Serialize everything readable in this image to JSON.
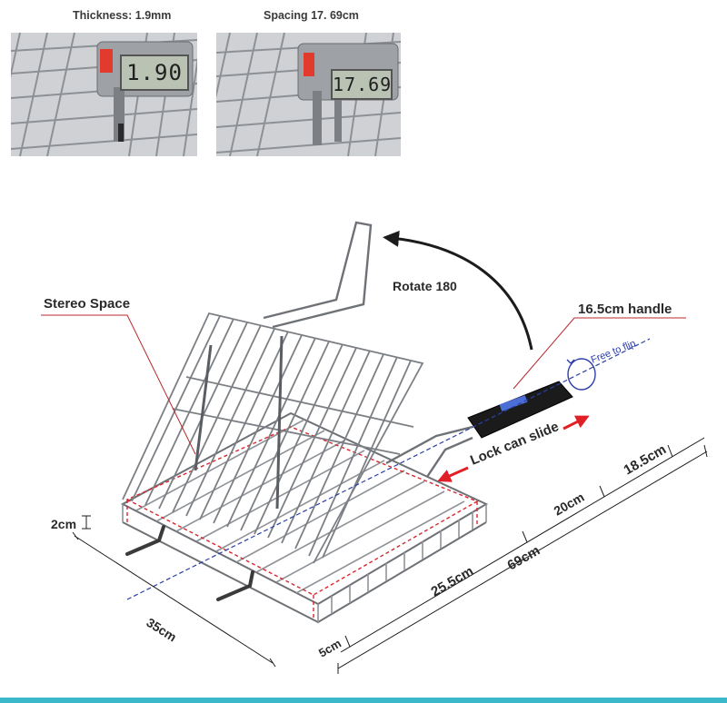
{
  "photos": [
    {
      "caption": "Thickness: 1.9mm",
      "reading": "1.90"
    },
    {
      "caption": "Spacing 17. 69cm",
      "reading": "17.69"
    }
  ],
  "labels": {
    "stereo_space": "Stereo Space",
    "rotate": "Rotate 180",
    "handle": "16.5cm handle",
    "free_flip": "Free to flip",
    "lock_slide": "Lock can slide"
  },
  "dimensions": {
    "height": "2cm",
    "width": "35cm",
    "margin": "5cm",
    "basket": "25.5cm",
    "mid": "20cm",
    "handle_len": "18.5cm",
    "total": "69cm"
  },
  "colors": {
    "accent_bar": "#3bb8c9",
    "arrow_red": "#e01f26",
    "dash_blue": "#2b3fa8",
    "dash_red": "#d9272e",
    "leader_red": "#b8282c"
  }
}
